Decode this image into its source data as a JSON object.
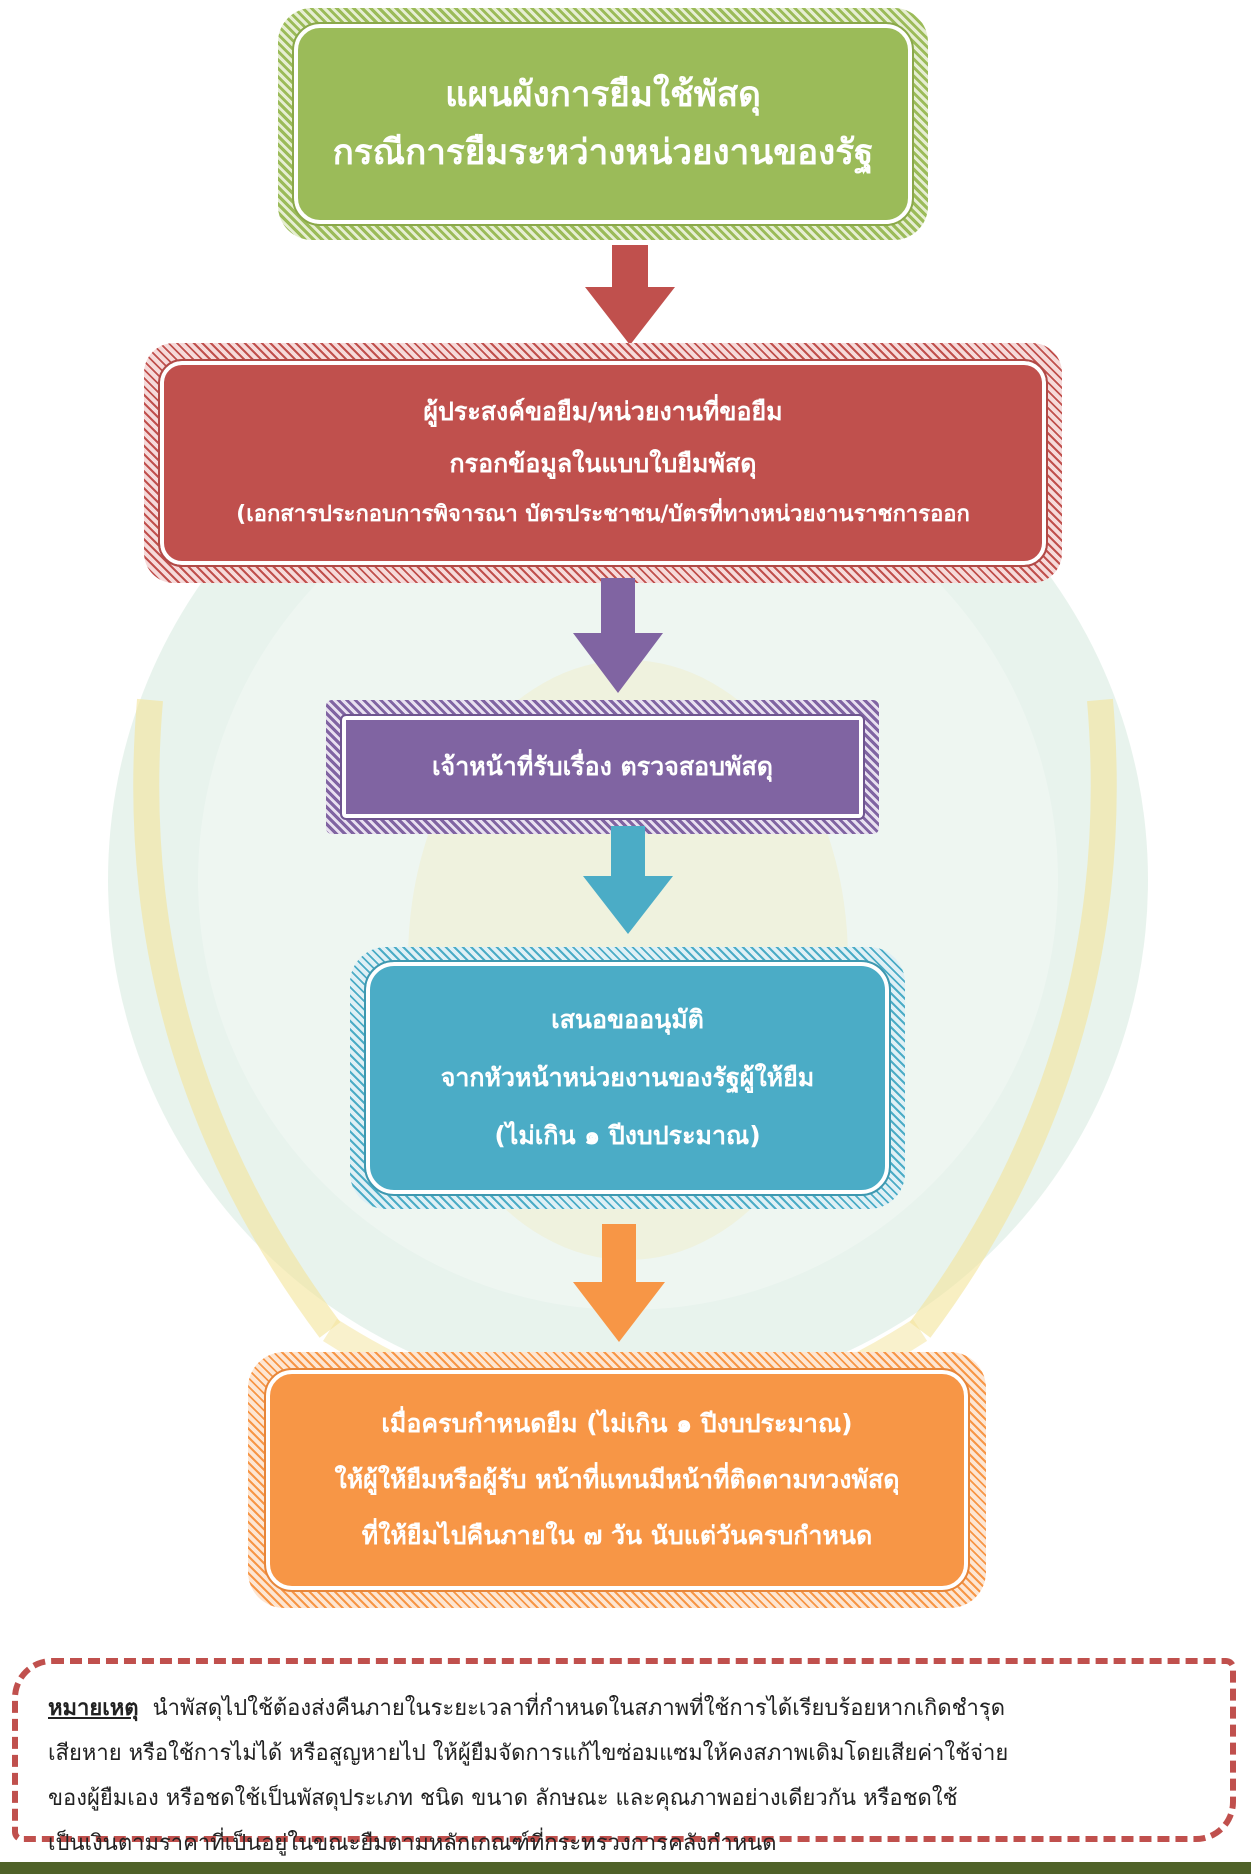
{
  "title": {
    "line1": "แผนผังการยืมใช้พัสดุ",
    "line2": "กรณีการยืมระหว่างหน่วยงานของรัฐ"
  },
  "steps": [
    {
      "line1": "ผู้ประสงค์ขอยืม/หน่วยงานที่ขอยืม",
      "line2": "กรอกข้อมูลในแบบใบยืมพัสดุ",
      "line3": "(เอกสารประกอบการพิจารณา บัตรประชาชน/บัตรที่ทางหน่วยงานราชการออก"
    },
    {
      "line1": "เจ้าหน้าที่รับเรื่อง  ตรวจสอบพัสดุ"
    },
    {
      "line1": "เสนอขออนุมัติ",
      "line2": "จากหัวหน้าหน่วยงานของรัฐผู้ให้ยืม",
      "line3": "(ไม่เกิน ๑ ปีงบประมาณ)"
    },
    {
      "line1": "เมื่อครบกำหนดยืม (ไม่เกิน ๑ ปีงบประมาณ)",
      "line2": "ให้ผู้ให้ยืมหรือผู้รับ หน้าที่แทนมีหน้าที่ติดตามทวงพัสดุ",
      "line3": "ที่ให้ยืมไปคืนภายใน ๗ วัน นับแต่วันครบกำหนด"
    }
  ],
  "note": {
    "label": "หมายเหตุ",
    "line1": "นำพัสดุไปใช้ต้องส่งคืนภายในระยะเวลาที่กำหนดในสภาพที่ใช้การได้เรียบร้อยหากเกิดชำรุด",
    "line2": "เสียหาย หรือใช้การไม่ได้ หรือสูญหายไป ให้ผู้ยืมจัดการแก้ไขซ่อมแซมให้คงสภาพเดิมโดยเสียค่าใช้จ่าย",
    "line3": "ของผู้ยืมเอง หรือชดใช้เป็นพัสดุประเภท ชนิด ขนาด ลักษณะ และคุณภาพอย่างเดียวกัน หรือชดใช้",
    "line4": "เป็นเงินตามราคาที่เป็นอยู่ในขณะยืมตามหลักเกณฑ์ที่กระทรวงการคลังกำหนด"
  },
  "colors": {
    "title": "#9bbb59",
    "step1": "#c0504d",
    "step2": "#8064a2",
    "step3": "#4bacc6",
    "step4": "#f79646",
    "arrow1": "#c0504d",
    "arrow2": "#8064a2",
    "arrow3": "#4bacc6",
    "arrow4": "#f79646",
    "bottom_bar": "#4f6228"
  }
}
